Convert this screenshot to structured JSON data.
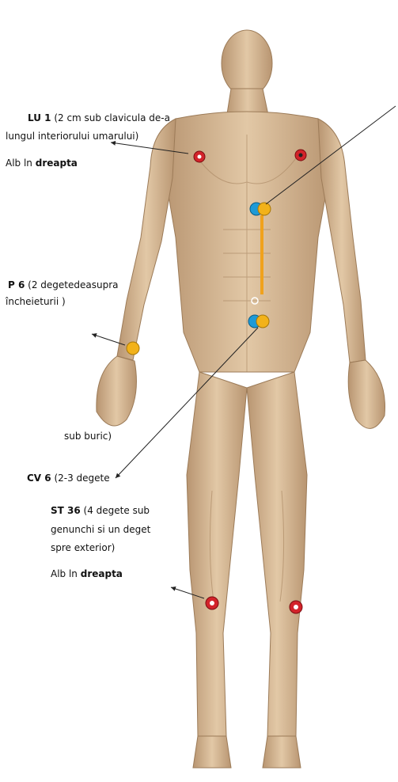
{
  "labels": {
    "lu1": {
      "code": "LU 1",
      "line1": " (2 cm sub clavicula de-a",
      "line2": "lungul interiorului umarului)",
      "side_prefix": "Alb ln ",
      "side_bold": "dreapta"
    },
    "p6": {
      "code": "P 6",
      "line1": " (2 degetedeasupra",
      "line2": "încheieturii )"
    },
    "cv6": {
      "line_above": "sub buric)",
      "code": "CV 6",
      "line1": " (2-3 degete"
    },
    "st36": {
      "code": "ST 36",
      "line1": " (4 degete sub",
      "line2": "genunchi si un deget",
      "line3": "spre exterior)",
      "side_prefix": "Alb ln ",
      "side_bold": "dreapta"
    }
  },
  "colors": {
    "skin": "#d9bd98",
    "skin_shadow": "#b08f68",
    "red_point": "#d3232a",
    "yellow_point": "#f2b21a",
    "blue_point": "#1e9ad6",
    "channel": "#f0a21c",
    "arrow": "#222222"
  }
}
